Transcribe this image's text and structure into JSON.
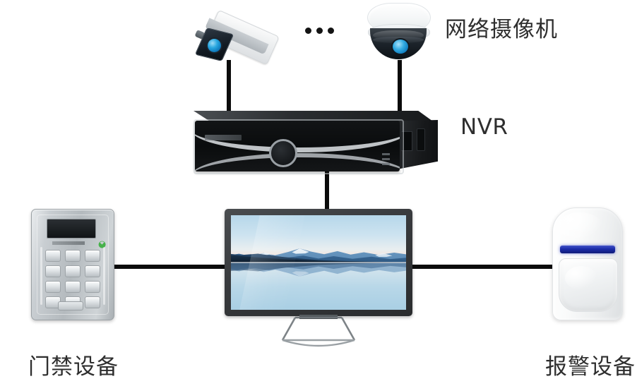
{
  "diagram": {
    "title": "Network surveillance system topology",
    "background_color": "#ffffff",
    "line_color": "#0b0b0b",
    "text_color": "#2e2e2e"
  },
  "labels": {
    "network_camera": "网络摄像机",
    "nvr": "NVR",
    "access_control": "门禁设备",
    "alarm_device": "报警设备",
    "ellipsis": "..."
  },
  "nodes": [
    {
      "id": "bullet-camera",
      "type": "ip-bullet-camera",
      "label": "网络摄像机",
      "color": "#f0f2f3",
      "lens_color": "#29a7e0"
    },
    {
      "id": "dome-camera",
      "type": "ip-dome-camera",
      "label": "网络摄像机",
      "color": "#ffffff",
      "lens_color": "#33abe2"
    },
    {
      "id": "nvr",
      "type": "network-video-recorder",
      "label": "NVR",
      "color": "#101214",
      "accent_color": "#cfd3d6"
    },
    {
      "id": "monitor",
      "type": "display-monitor",
      "label": "",
      "color": "#37393c",
      "wallpaper": "mountain-lake-reflection"
    },
    {
      "id": "access-device",
      "type": "access-control-keypad",
      "label": "门禁设备",
      "color": "#c3c8cc",
      "indicator_color": "#46b14a",
      "keypad_rows": 4,
      "keypad_cols": 3
    },
    {
      "id": "alarm-device",
      "type": "pir-motion-detector",
      "label": "报警设备",
      "color": "#ffffff",
      "led_color": "#1b2ba8"
    }
  ],
  "connections": [
    {
      "from": "bullet-camera",
      "to": "nvr",
      "orientation": "vertical"
    },
    {
      "from": "dome-camera",
      "to": "nvr",
      "orientation": "vertical"
    },
    {
      "from": "nvr",
      "to": "monitor",
      "orientation": "vertical"
    },
    {
      "from": "access-device",
      "to": "monitor",
      "orientation": "horizontal"
    },
    {
      "from": "monitor",
      "to": "alarm-device",
      "orientation": "horizontal"
    }
  ]
}
